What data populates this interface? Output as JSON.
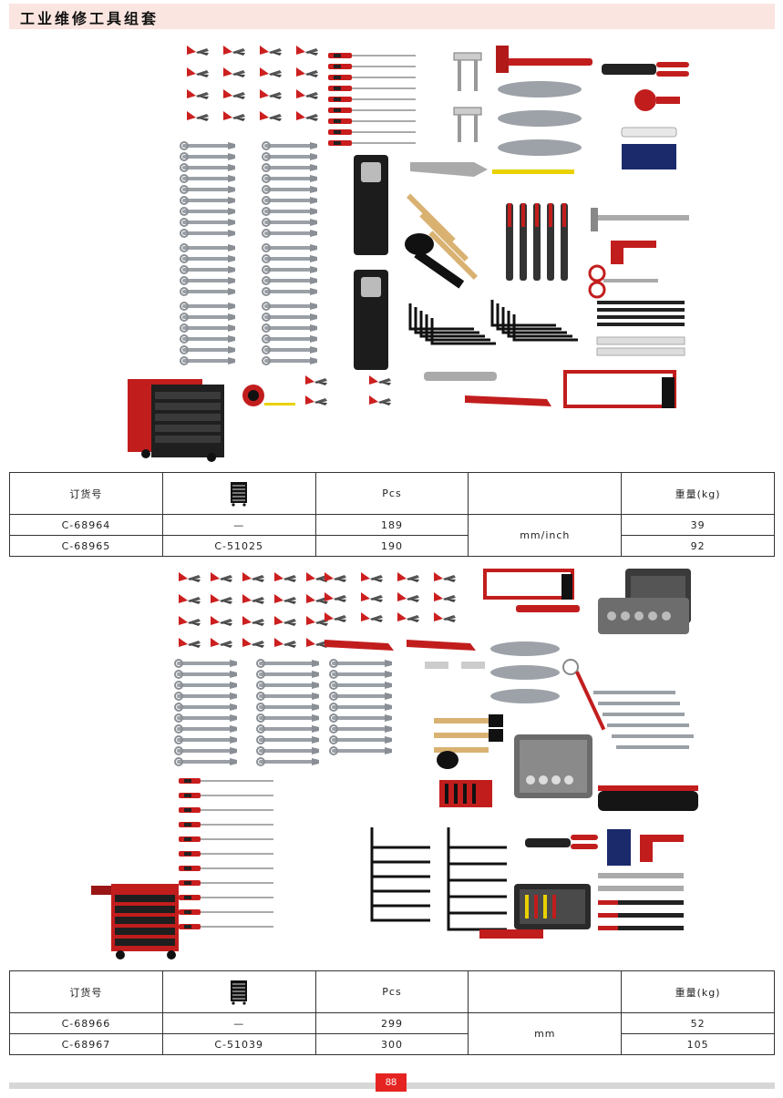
{
  "page_title": "工业维修工具组套",
  "icons": {
    "tool-cabinet": "tool-cabinet-icon"
  },
  "colors": {
    "accent_red": "#e52421",
    "title_band": "#fbe5e0",
    "footer_band": "#d7d7d7"
  },
  "table1": {
    "headers": {
      "order_no": "订货号",
      "pcs": "Pcs",
      "unit": "",
      "weight": "重量(kg)"
    },
    "unit_value": "mm/inch",
    "rows": [
      {
        "order_no": "C-68964",
        "cabinet": "—",
        "pcs": "189",
        "weight": "39"
      },
      {
        "order_no": "C-68965",
        "cabinet": "C-51025",
        "pcs": "190",
        "weight": "92"
      }
    ]
  },
  "table2": {
    "headers": {
      "order_no": "订货号",
      "pcs": "Pcs",
      "unit": "",
      "weight": "重量(kg)"
    },
    "unit_value": "mm",
    "rows": [
      {
        "order_no": "C-68966",
        "cabinet": "—",
        "pcs": "299",
        "weight": "52"
      },
      {
        "order_no": "C-68967",
        "cabinet": "C-51039",
        "pcs": "300",
        "weight": "105"
      }
    ]
  },
  "page_number": "88"
}
